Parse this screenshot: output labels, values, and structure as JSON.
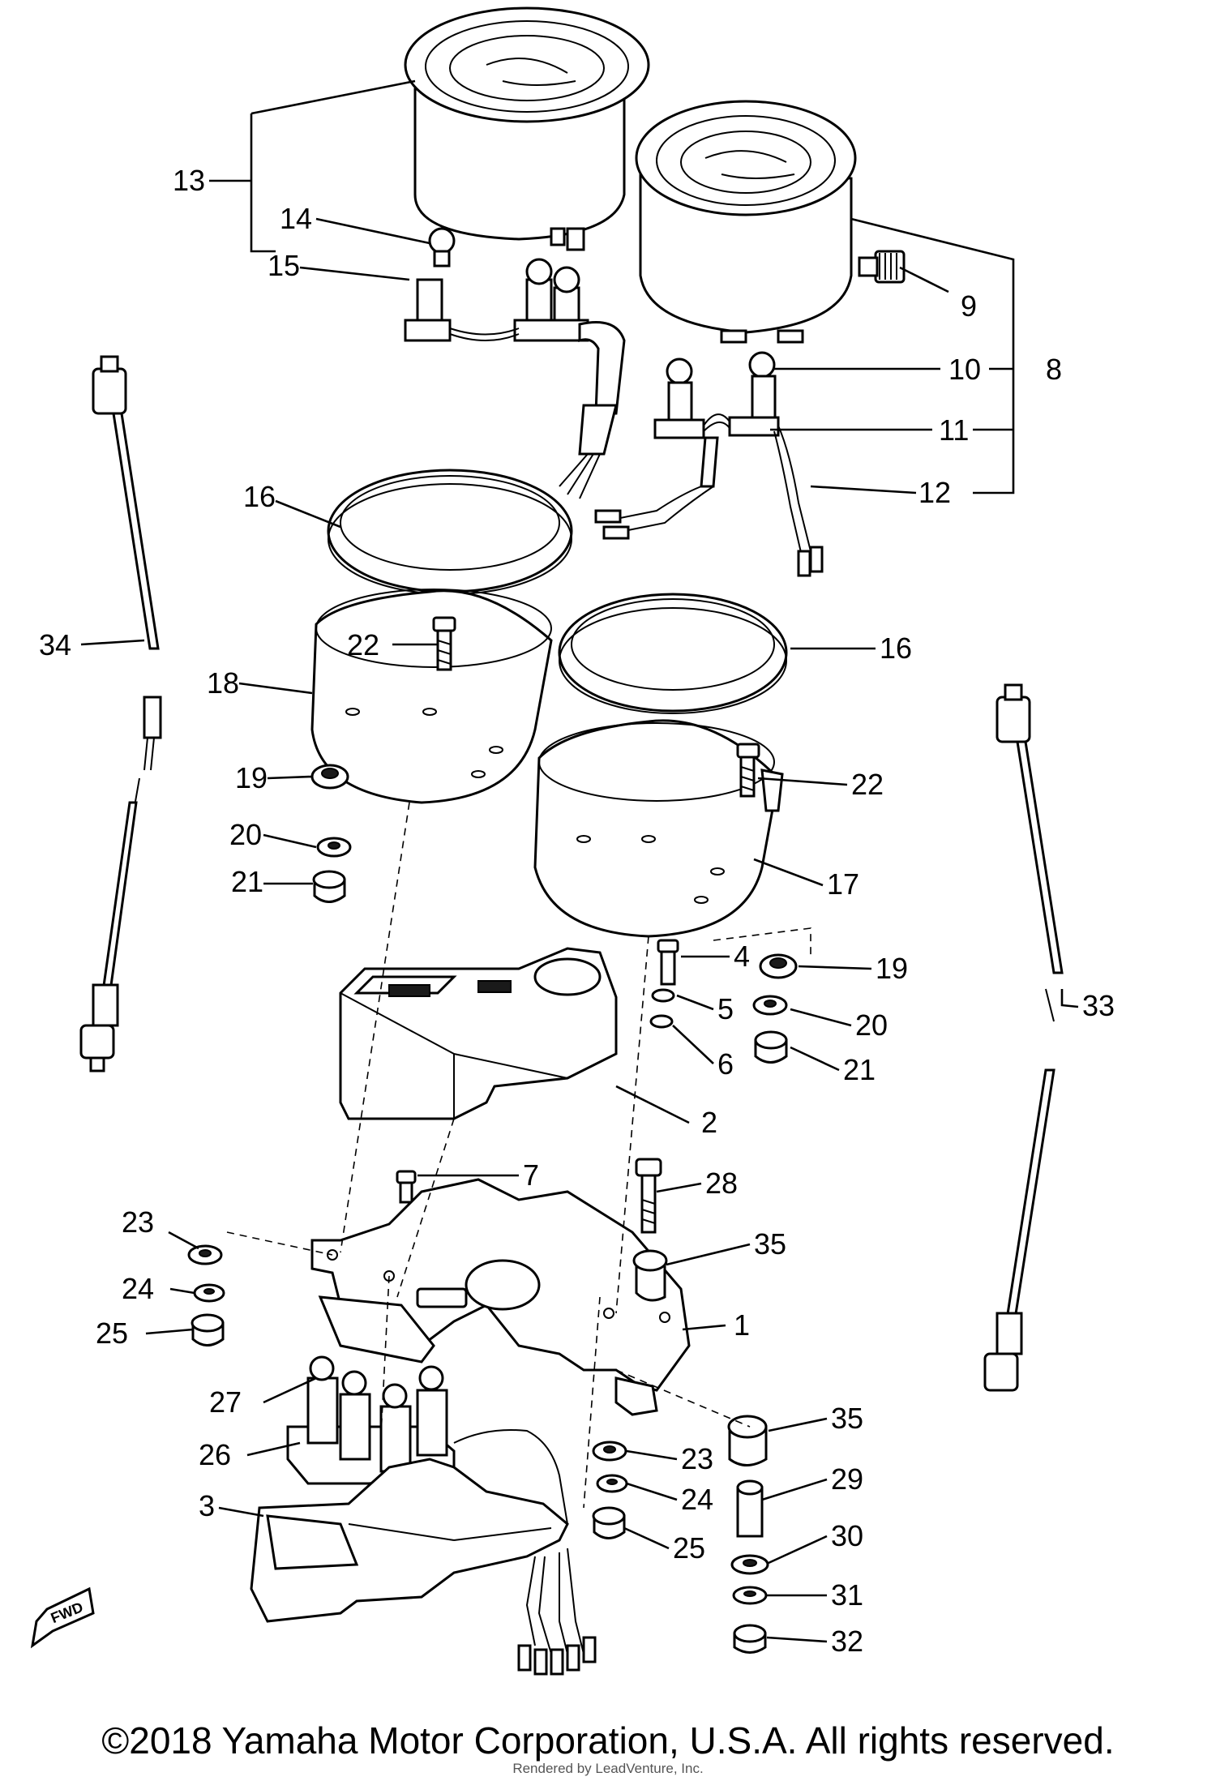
{
  "diagram": {
    "callouts": [
      {
        "id": "13",
        "text": "13"
      },
      {
        "id": "14",
        "text": "14"
      },
      {
        "id": "15",
        "text": "15"
      },
      {
        "id": "9",
        "text": "9"
      },
      {
        "id": "10",
        "text": "10"
      },
      {
        "id": "8",
        "text": "8"
      },
      {
        "id": "11",
        "text": "11"
      },
      {
        "id": "12",
        "text": "12"
      },
      {
        "id": "16a",
        "text": "16"
      },
      {
        "id": "34",
        "text": "34"
      },
      {
        "id": "22a",
        "text": "22"
      },
      {
        "id": "16b",
        "text": "16"
      },
      {
        "id": "18",
        "text": "18"
      },
      {
        "id": "19a",
        "text": "19"
      },
      {
        "id": "22b",
        "text": "22"
      },
      {
        "id": "20a",
        "text": "20"
      },
      {
        "id": "21a",
        "text": "21"
      },
      {
        "id": "17",
        "text": "17"
      },
      {
        "id": "4",
        "text": "4"
      },
      {
        "id": "19b",
        "text": "19"
      },
      {
        "id": "33",
        "text": "33"
      },
      {
        "id": "5",
        "text": "5"
      },
      {
        "id": "20b",
        "text": "20"
      },
      {
        "id": "6",
        "text": "6"
      },
      {
        "id": "21b",
        "text": "21"
      },
      {
        "id": "2",
        "text": "2"
      },
      {
        "id": "7",
        "text": "7"
      },
      {
        "id": "28",
        "text": "28"
      },
      {
        "id": "23a",
        "text": "23"
      },
      {
        "id": "35a",
        "text": "35"
      },
      {
        "id": "24a",
        "text": "24"
      },
      {
        "id": "1",
        "text": "1"
      },
      {
        "id": "25a",
        "text": "25"
      },
      {
        "id": "27",
        "text": "27"
      },
      {
        "id": "35b",
        "text": "35"
      },
      {
        "id": "26",
        "text": "26"
      },
      {
        "id": "23b",
        "text": "23"
      },
      {
        "id": "29",
        "text": "29"
      },
      {
        "id": "3",
        "text": "3"
      },
      {
        "id": "24b",
        "text": "24"
      },
      {
        "id": "30",
        "text": "30"
      },
      {
        "id": "25b",
        "text": "25"
      },
      {
        "id": "31",
        "text": "31"
      },
      {
        "id": "32",
        "text": "32"
      }
    ],
    "fwd_label": "FWD"
  },
  "footer": {
    "copyright": "©2018 Yamaha Motor Corporation, U.S.A. All rights reserved.",
    "rendered_by": "Rendered by LeadVenture, Inc."
  }
}
